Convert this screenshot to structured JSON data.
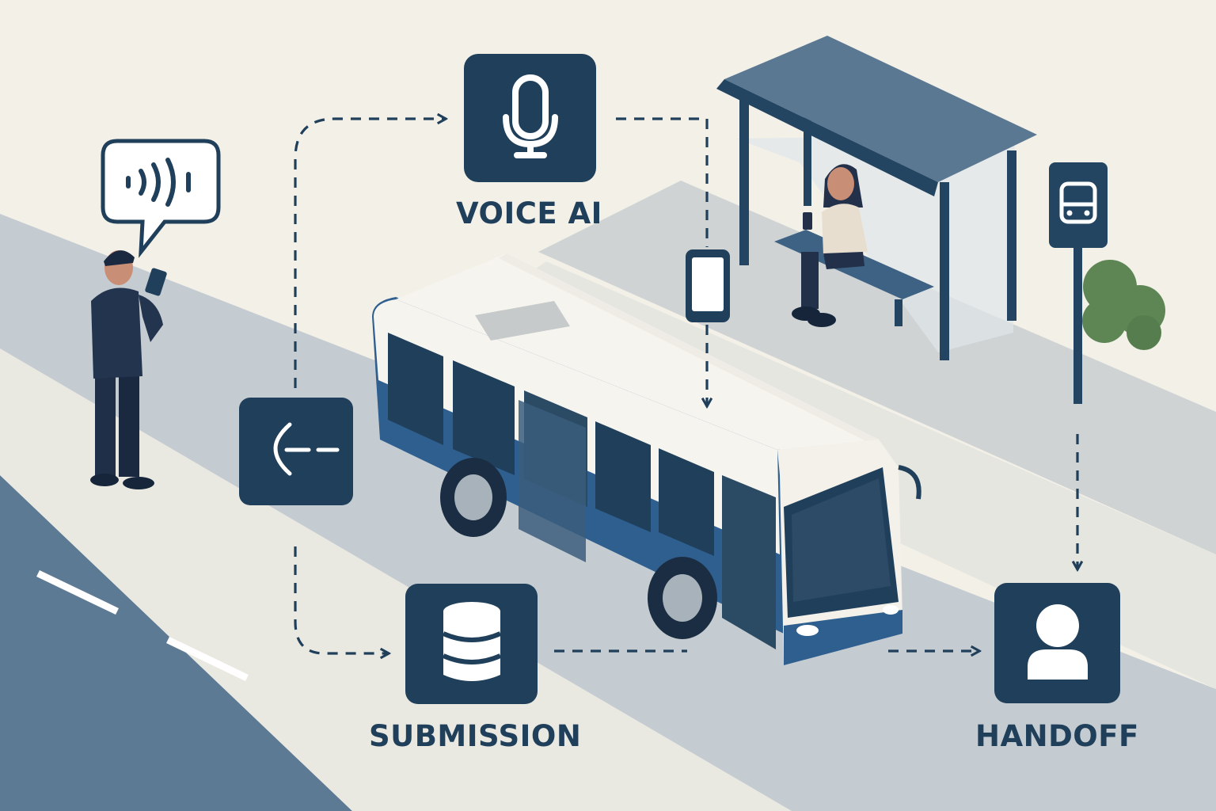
{
  "diagram": {
    "nodes": [
      {
        "id": "voice-ai",
        "label": "VOICE AI",
        "icon": "microphone-icon"
      },
      {
        "id": "submission",
        "label": "SUBMISSION",
        "icon": "database-icon"
      },
      {
        "id": "handoff",
        "label": "HANDOFF",
        "icon": "user-icon"
      },
      {
        "id": "transfer",
        "label": "",
        "icon": "back-arrow-icon"
      }
    ],
    "edges": [
      {
        "from": "transfer",
        "to": "voice-ai",
        "style": "dashed"
      },
      {
        "from": "voice-ai",
        "to": "phone",
        "style": "dashed"
      },
      {
        "from": "transfer",
        "to": "submission",
        "style": "dashed"
      },
      {
        "from": "submission",
        "to": "handoff",
        "style": "dashed"
      },
      {
        "from": "bus-stop-sign",
        "to": "handoff",
        "style": "dashed"
      }
    ]
  },
  "colors": {
    "background": "#f3f0e8",
    "navy": "#1f3f5a",
    "road": "#5b7893",
    "sidewalk": "#dfe1dc",
    "bus_blue": "#2f5f8f",
    "bus_white": "#f6f4ee",
    "bush": "#5d8654"
  }
}
